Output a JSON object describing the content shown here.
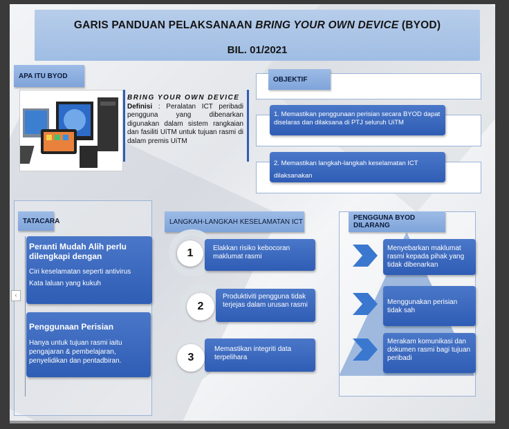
{
  "header": {
    "title_line1_prefix": "GARIS PANDUAN PELAKSANAAN ",
    "title_line1_italic": "BRING YOUR OWN DEVICE",
    "title_line1_suffix": " (BYOD)",
    "title_line2": "BIL. 01/2021"
  },
  "apa_itu": {
    "tag": "APA ITU BYOD",
    "heading": "BRING YOUR OWN DEVICE",
    "definition_label": "Definisi",
    "definition_text": " : Peralatan ICT peribadi pengguna yang dibenarkan digunakan dalam sistem rangkaian dan fasiliti UiTM untuk tujuan rasmi di dalam premis UiTM"
  },
  "objektif": {
    "tag": "OBJEKTIF",
    "items": [
      "1. Memastikan penggunaan perisian secara BYOD dapat diselaras dan dilaksana di PTJ seluruh UiTM",
      "2. Memastikan langkah-langkah keselamatan ICT dilaksanakan"
    ]
  },
  "tatacara": {
    "tag": "TATACARA",
    "box1_title": "Peranti Mudah Alih perlu dilengkapi dengan",
    "box1_line1": "Ciri keselamatan seperti antivirus",
    "box1_line2": "Kata laluan yang kukuh",
    "box2_title": "Penggunaan Perisian",
    "box2_text": "Hanya untuk tujuan rasmi iaitu pengajaran & pembelajaran, penyelidikan dan pentadbiran."
  },
  "langkah": {
    "tag": "LANGKAH-LANGKAH KESELAMATAN ICT",
    "steps": [
      {
        "num": "1",
        "text": "Elakkan risiko kebocoran maklumat rasmi"
      },
      {
        "num": "2",
        "text": "Produktiviti pengguna tidak terjejas dalam urusan rasmi"
      },
      {
        "num": "3",
        "text": "Memastikan integriti data terpelihara"
      }
    ]
  },
  "dilarang": {
    "tag": "PENGGUNA BYOD DILARANG",
    "items": [
      "Menyebarkan maklumat rasmi kepada pihak yang tidak dibenarkan",
      "Menggunakan perisian tidak sah",
      "Merakam komunikasi dan dokumen rasmi bagi tujuan peribadi"
    ]
  },
  "colors": {
    "title_bg": "#a9c4e8",
    "box_blue": "#3a68be",
    "tag_blue": "#8eb0e0"
  },
  "icons": {
    "scroll": "chevron-left-icon"
  }
}
